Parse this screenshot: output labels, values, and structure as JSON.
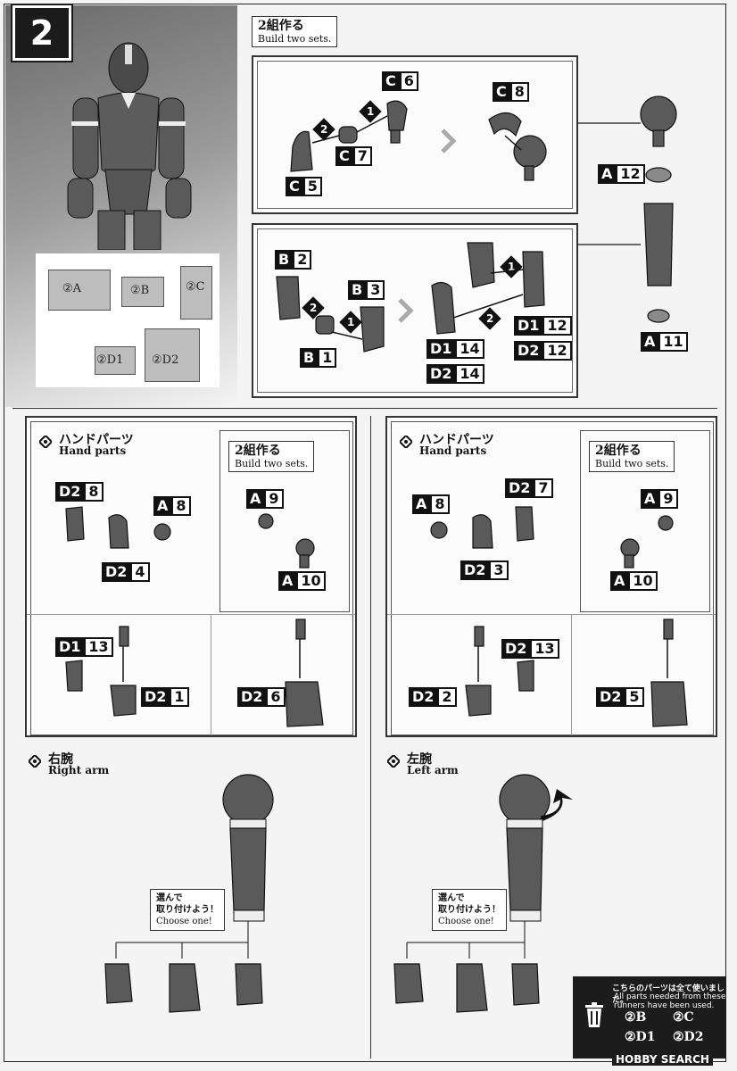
{
  "step": {
    "number": "2"
  },
  "top_note": {
    "title": "2組作る",
    "subtitle": "Build two sets."
  },
  "runners": [
    {
      "label": "②A"
    },
    {
      "label": "②B"
    },
    {
      "label": "②C"
    },
    {
      "label": "②D1"
    },
    {
      "label": "②D2"
    }
  ],
  "assembly1": {
    "chips": [
      {
        "letter": "C",
        "num": "6"
      },
      {
        "letter": "C",
        "num": "8"
      },
      {
        "letter": "C",
        "num": "7"
      },
      {
        "letter": "C",
        "num": "5"
      }
    ],
    "orders": [
      "1",
      "2"
    ]
  },
  "assembly2": {
    "chips": [
      {
        "letter": "B",
        "num": "2"
      },
      {
        "letter": "B",
        "num": "3"
      },
      {
        "letter": "B",
        "num": "1"
      },
      {
        "letter": "D1",
        "num": "14"
      },
      {
        "letter": "D2",
        "num": "14"
      },
      {
        "letter": "D1",
        "num": "12"
      },
      {
        "letter": "D2",
        "num": "12"
      }
    ],
    "orders": [
      "2",
      "1",
      "1",
      "2"
    ]
  },
  "side_chips": [
    {
      "letter": "A",
      "num": "12"
    },
    {
      "letter": "A",
      "num": "11"
    }
  ],
  "hand_left": {
    "title": "ハンドパーツ",
    "subtitle": "Hand parts",
    "note": {
      "title": "2組作る",
      "subtitle": "Build two sets."
    },
    "chips_a": [
      {
        "letter": "D2",
        "num": "8"
      },
      {
        "letter": "A",
        "num": "8"
      },
      {
        "letter": "D2",
        "num": "4"
      }
    ],
    "chips_b": [
      {
        "letter": "A",
        "num": "9"
      },
      {
        "letter": "A",
        "num": "10"
      }
    ],
    "chips_c": [
      {
        "letter": "D1",
        "num": "13"
      },
      {
        "letter": "D2",
        "num": "1"
      }
    ],
    "chips_d": [
      {
        "letter": "D2",
        "num": "6"
      }
    ]
  },
  "hand_right": {
    "title": "ハンドパーツ",
    "subtitle": "Hand parts",
    "note": {
      "title": "2組作る",
      "subtitle": "Build two sets."
    },
    "chips_a": [
      {
        "letter": "A",
        "num": "8"
      },
      {
        "letter": "D2",
        "num": "7"
      },
      {
        "letter": "D2",
        "num": "3"
      }
    ],
    "chips_b": [
      {
        "letter": "A",
        "num": "9"
      },
      {
        "letter": "A",
        "num": "10"
      }
    ],
    "chips_c": [
      {
        "letter": "D2",
        "num": "13"
      },
      {
        "letter": "D2",
        "num": "2"
      }
    ],
    "chips_d": [
      {
        "letter": "D2",
        "num": "5"
      }
    ]
  },
  "right_arm": {
    "title": "右腕",
    "subtitle": "Right arm",
    "choose_jp1": "選んで",
    "choose_jp2": "取り付けよう！",
    "choose_en": "Choose one!"
  },
  "left_arm": {
    "title": "左腕",
    "subtitle": "Left arm",
    "choose_jp1": "選んで",
    "choose_jp2": "取り付けよう！",
    "choose_en": "Choose one!"
  },
  "bin_notice": {
    "jp": "こちらのパーツは全て使いました。",
    "en1": "All parts needed from these",
    "en2": "runners have been used.",
    "items": [
      "②B",
      "②C",
      "②D1",
      "②D2"
    ]
  },
  "watermark": "HOBBY SEARCH",
  "colors": {
    "ink": "#111111",
    "part": "#5a5a5a",
    "paper": "#f4f4f4"
  }
}
